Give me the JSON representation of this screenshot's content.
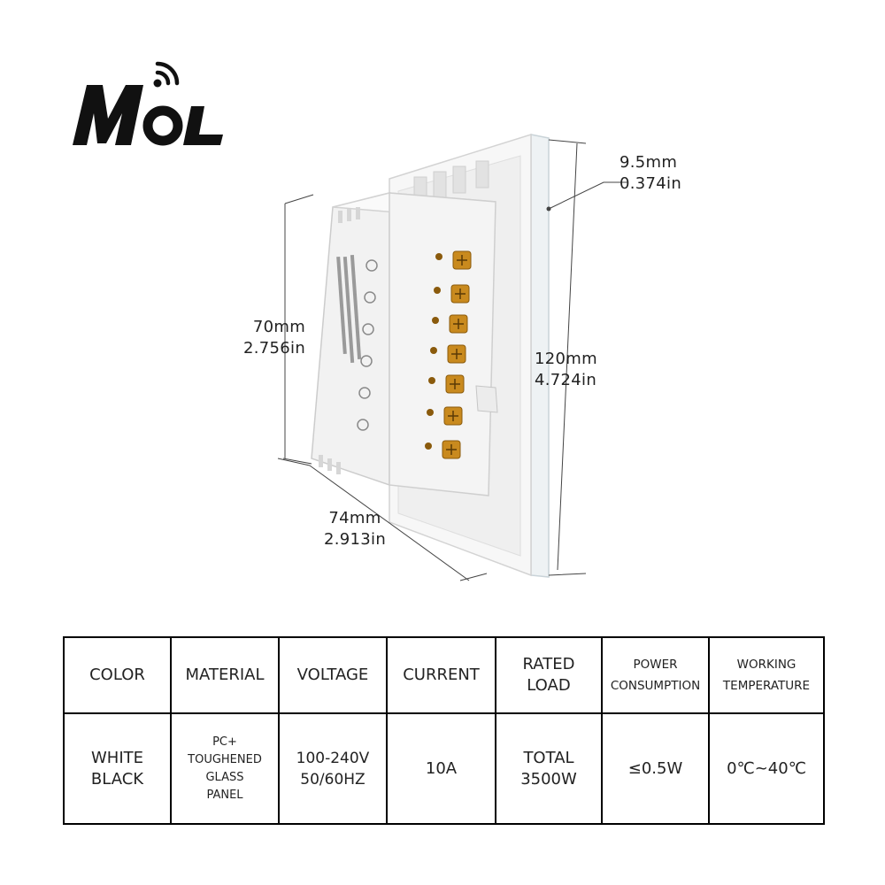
{
  "brand": {
    "logo_text": "MOL",
    "icon": "wifi-signal-icon"
  },
  "product_figure": {
    "icon": "smart-switch-back-view",
    "dimensions": {
      "thickness": {
        "mm": "9.5mm",
        "in": "0.374in"
      },
      "module_height": {
        "mm": "70mm",
        "in": "2.756in"
      },
      "panel_height": {
        "mm": "120mm",
        "in": "4.724in"
      },
      "module_width": {
        "mm": "74mm",
        "in": "2.913in"
      }
    }
  },
  "spec_table": {
    "headers": {
      "color": "COLOR",
      "material": "MATERIAL",
      "voltage": "VOLTAGE",
      "current": "CURRENT",
      "rated_load": [
        "RATED",
        "LOAD"
      ],
      "power": [
        "POWER",
        "CONSUMPTION"
      ],
      "temperature": [
        "WORKING",
        "TEMPERATURE"
      ]
    },
    "values": {
      "color": [
        "WHITE",
        "BLACK"
      ],
      "material": [
        "PC+",
        "TOUGHENED",
        "GLASS",
        "PANEL"
      ],
      "voltage": [
        "100-240V",
        "50/60HZ"
      ],
      "current": "10A",
      "rated_load": [
        "TOTAL",
        "3500W"
      ],
      "power": "≤0.5W",
      "temperature": "0℃~40℃"
    }
  }
}
